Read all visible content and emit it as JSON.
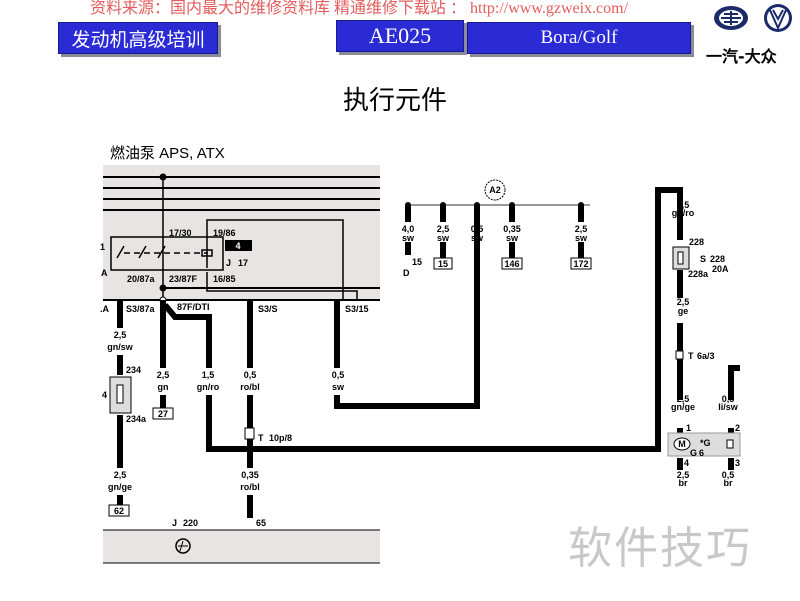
{
  "header": {
    "left_box": "发动机高级培训",
    "code_box": "AE025",
    "right_box": "Bora/Golf",
    "watermark": "资料来源：国内最大的维修资料库 精通维修下载站 ： http://www.gzweix.com/",
    "brand": "一汽-大众"
  },
  "title": "执行元件",
  "subtitle": "燃油泵 APS, ATX",
  "corner_watermark": "软件技巧",
  "relay": {
    "name": "J",
    "sub": "17",
    "badge": "4",
    "pins": [
      "17/30",
      "19/86",
      "20/87a",
      "23/87F",
      "16/85"
    ],
    "left_marks": [
      "1",
      "A"
    ]
  },
  "buses": [
    "S3/87a",
    "87F/DTI",
    "S3/S",
    "S3/15",
    ".A"
  ],
  "wires_left": [
    {
      "size": "2,5",
      "color": "gn/sw"
    },
    {
      "size": "2,5",
      "color": "gn"
    },
    {
      "size": "1,5",
      "color": "gn/ro"
    },
    {
      "size": "0,5",
      "color": "ro/bl"
    },
    {
      "size": "0,5",
      "color": "sw"
    },
    {
      "size": "2,5",
      "color": "gn/ge"
    },
    {
      "size": "0,35",
      "color": "ro/bl"
    }
  ],
  "fuse_left": {
    "top": "234",
    "bottom": "234a",
    "mark": "4"
  },
  "terminals": [
    "27",
    "62",
    "15",
    "146",
    "172"
  ],
  "connector_t10": {
    "name": "T",
    "sub": "10p/8"
  },
  "ecu": {
    "name": "J",
    "sub": "220",
    "pin": "65"
  },
  "a2": {
    "label": "A2",
    "wires": [
      {
        "size": "4,0",
        "color": "sw"
      },
      {
        "size": "2,5",
        "color": "sw"
      },
      {
        "size": "0,5",
        "color": "sw"
      },
      {
        "size": "0,35",
        "color": "sw"
      },
      {
        "size": "2,5",
        "color": "sw"
      }
    ],
    "d_label": "D",
    "d_pin": "15"
  },
  "right": {
    "w1": {
      "size": "1,5",
      "color": "gn/ro"
    },
    "fuse": {
      "name": "S",
      "sub": "228",
      "rating": "20A",
      "top": "228",
      "bottom": "228a"
    },
    "w2": {
      "size": "2,5",
      "color": "ge"
    },
    "conn": {
      "name": "T",
      "sub": "6a/3"
    },
    "w3": {
      "size": "2,5",
      "color": "gn/ge"
    },
    "w4": {
      "size": "0,5",
      "color": "li/sw"
    },
    "pins": [
      "1",
      "2",
      "3",
      "4"
    ],
    "motor": "M",
    "g6": "G",
    "g6sub": "6",
    "g": "*G",
    "w5": {
      "size": "2,5",
      "color": "br"
    },
    "w6": {
      "size": "0,5",
      "color": "br"
    }
  }
}
